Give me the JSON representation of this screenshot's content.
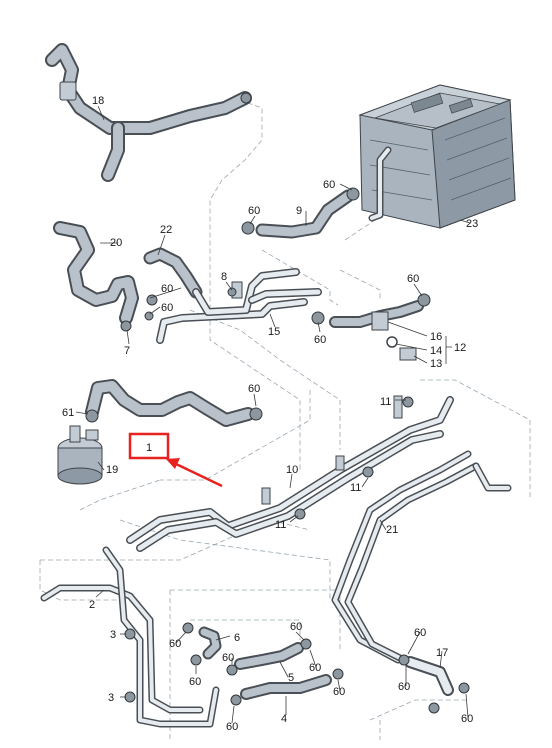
{
  "diagram": {
    "callouts": [
      "1",
      "2",
      "3",
      "3",
      "4",
      "5",
      "6",
      "7",
      "8",
      "9",
      "10",
      "11",
      "11",
      "11",
      "12",
      "13",
      "14",
      "15",
      "16",
      "17",
      "18",
      "19",
      "20",
      "21",
      "22",
      "23",
      "60",
      "60",
      "60",
      "60",
      "60",
      "60",
      "60",
      "60",
      "60",
      "60",
      "60",
      "60",
      "60",
      "60",
      "60",
      "60",
      "60",
      "61"
    ],
    "highlight_label": "1",
    "colors": {
      "highlight": "#e8231f",
      "leader": "#3a3a3a",
      "guide_dashed": "#9aa6b0",
      "hose": "#b9c2cb"
    }
  }
}
